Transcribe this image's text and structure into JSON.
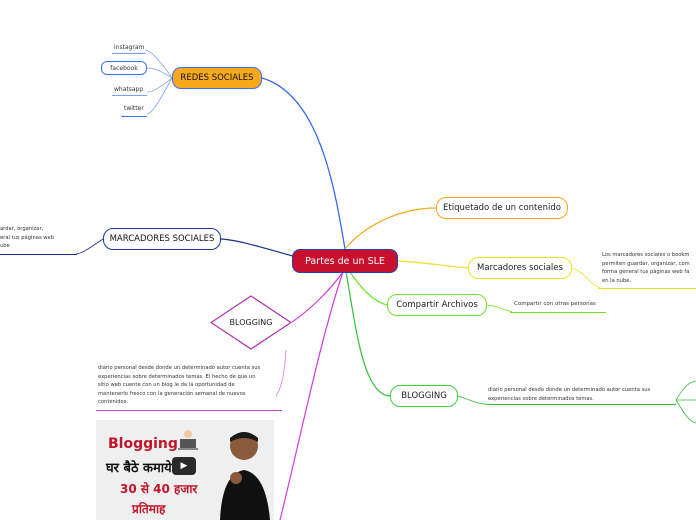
{
  "root": {
    "label": "Partes de un SLE"
  },
  "left_branches": {
    "redes_sociales": {
      "label": "REDES SOCIALES",
      "children": [
        "instagram",
        "facebook",
        "whatsapp",
        "twitter"
      ]
    },
    "marcadores_sociales": {
      "label": "MARCADORES SOCIALES",
      "note_lines": [
        "ardar, organizar,",
        "eral tus páginas web",
        "ube"
      ]
    },
    "blogging": {
      "label": "BLOGGING",
      "note_lines": [
        "diario personal desde donde un determinado autor cuenta sus",
        "experiencias sobre determinados temas. El hecho de que un",
        "sitio web cuente con un blog le da la oportunidad de",
        "mantenerlo fresco con la generación semanal de nuevos",
        "contenidos."
      ],
      "image": {
        "title": "Blogging",
        "line1": "घर बैठे कमाये",
        "line2": "30 से 40 हजार",
        "line3": "प्रतिमाह"
      }
    }
  },
  "right_branches": {
    "etiquetado": {
      "label": "Etiquetado de un contenido"
    },
    "marcadores_sociales": {
      "label": "Marcadores sociales",
      "note_lines": [
        "Los marcadores sociales o bookm",
        "permiten guardar, organizar, com",
        "forma general tus páginas web fa",
        "en la nube."
      ]
    },
    "compartir": {
      "label": "Compartir Archivos",
      "note": "Compartir con otras personas"
    },
    "blogging": {
      "label": "BLOGGING",
      "note_lines": [
        "diario personal desde donde un determinado autor cuenta sus",
        "experiencias sobre determinados temas."
      ]
    }
  },
  "colors": {
    "root_fill": "#c8102e",
    "root_border": "#1b3fbf",
    "redes_fill": "#f7a81b",
    "link_blue": "#2f63f0",
    "link_navy": "#1c2f8a",
    "link_magenta": "#d63ad6",
    "link_orange": "#f7a81b",
    "link_yellow": "#eedf2c",
    "link_green": "#6fe22c",
    "link_green2": "#2fbf3a"
  }
}
